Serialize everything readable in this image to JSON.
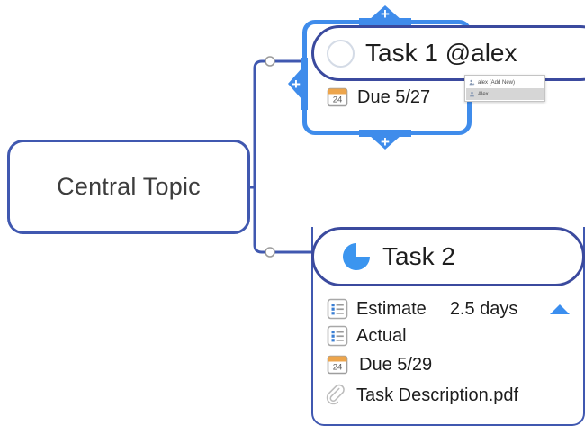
{
  "theme": {
    "accent_blue": "#3b8eef",
    "selection_blue": "#3f8ceb",
    "node_border_indigo": "#3b4a9e",
    "central_border": "#4058b0",
    "calendar_orange": "#e8a martin"
  },
  "central_node": {
    "label": "Central Topic"
  },
  "task1": {
    "title": "Task 1 @alex",
    "progress_icon": "progress-circle-empty",
    "progress_percent": 0,
    "attributes": [
      {
        "icon": "calendar-icon",
        "label": "Due 5/27"
      }
    ],
    "handles": [
      {
        "name": "add-child-top",
        "label": "+"
      },
      {
        "name": "add-child-bottom",
        "label": "+"
      },
      {
        "name": "add-child-left",
        "label": "+"
      }
    ]
  },
  "mention_dropdown": {
    "items": [
      {
        "icon": "add-person-icon",
        "label": "alex (Add New)",
        "highlighted": false
      },
      {
        "icon": "person-icon",
        "label": "Alex",
        "highlighted": true
      }
    ]
  },
  "task2": {
    "title": "Task 2",
    "progress_icon": "progress-pie",
    "progress_percent": 75,
    "attributes": [
      {
        "icon": "list-icon",
        "label": "Estimate",
        "value": "2.5 days"
      },
      {
        "icon": "list-icon",
        "label": "Actual",
        "value": ""
      },
      {
        "icon": "calendar-icon",
        "label": "Due 5/29",
        "value": ""
      },
      {
        "icon": "paperclip-icon",
        "label": "Task Description.pdf",
        "value": ""
      }
    ],
    "collapse_control": "collapse-up-arrow"
  }
}
